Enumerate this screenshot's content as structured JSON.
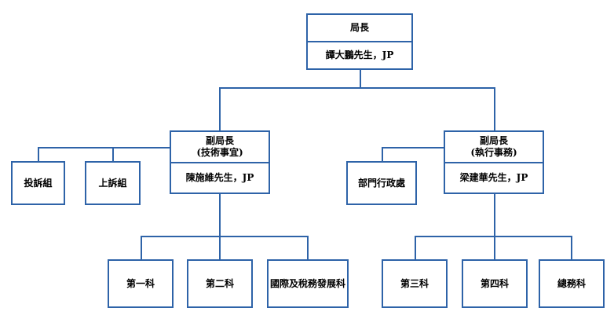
{
  "org": {
    "director": {
      "title": "局長",
      "name": "譚大鵬先生，JP"
    },
    "deputy_technical": {
      "title_line1": "副局長",
      "title_line2": "(技術事宜)",
      "name": "陳施維先生，JP",
      "groups": [
        "投訴組",
        "上訴組"
      ],
      "divisions": [
        "第一科",
        "第二科",
        "國際及稅務發展科"
      ]
    },
    "deputy_executive": {
      "title_line1": "副局長",
      "title_line2": "(執行事務)",
      "name": "梁建華先生，JP",
      "groups": [
        "部門行政處"
      ],
      "divisions": [
        "第三科",
        "第四科",
        "總務科"
      ]
    }
  },
  "colors": {
    "line": "#2e63a8",
    "text": "#000000",
    "background": "#ffffff"
  }
}
